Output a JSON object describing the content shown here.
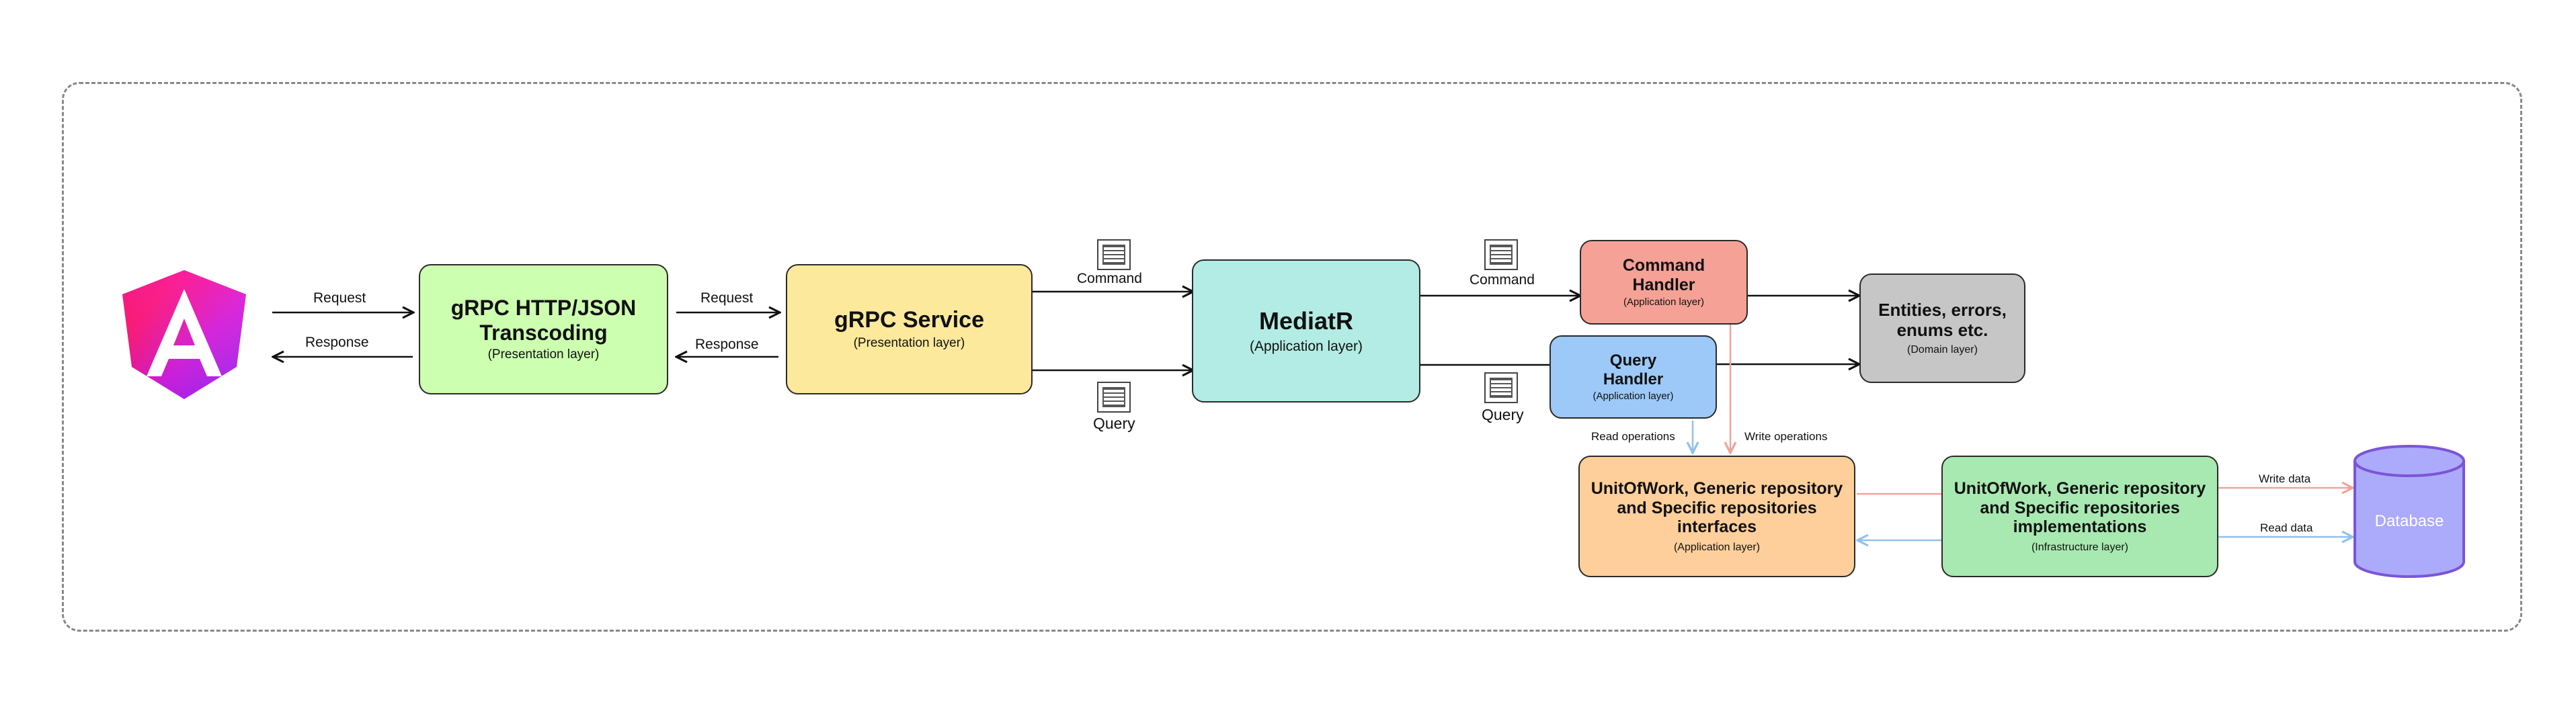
{
  "frame_label": "",
  "client": {
    "icon": "angular-logo-icon"
  },
  "edges": {
    "request_1": "Request",
    "response_1": "Response",
    "request_2": "Request",
    "response_2": "Response",
    "command_1": "Command",
    "query_1": "Query",
    "command_2": "Command",
    "query_2": "Query",
    "read_operations": "Read operations",
    "write_operations": "Write operations",
    "write_data": "Write data",
    "read_data": "Read data"
  },
  "nodes": {
    "transcoding": {
      "title": "gRPC HTTP/JSON\nTranscoding",
      "subtitle": "(Presentation layer)"
    },
    "grpc_service": {
      "title": "gRPC Service",
      "subtitle": "(Presentation layer)"
    },
    "mediatr": {
      "title": "MediatR",
      "subtitle": "(Application layer)"
    },
    "command_handler": {
      "title": "Command\nHandler",
      "subtitle": "(Application layer)"
    },
    "query_handler": {
      "title": "Query\nHandler",
      "subtitle": "(Application layer)"
    },
    "entities": {
      "title": "Entities, errors,\nenums etc.",
      "subtitle": "(Domain layer)"
    },
    "uow_interfaces": {
      "title": "UnitOfWork, Generic repository\nand Specific repositories\ninterfaces",
      "subtitle": "(Application layer)"
    },
    "uow_impl": {
      "title": "UnitOfWork, Generic repository\nand Specific repositories\nimplementations",
      "subtitle": "(Infrastructure layer)"
    },
    "database": {
      "title": "Database"
    }
  },
  "colors": {
    "transcoding": "#ccffb0",
    "grpc_service": "#fde99b",
    "mediatr": "#b2ece4",
    "command_handler": "#f5a196",
    "query_handler": "#9cc9f7",
    "entities": "#c6c6c6",
    "uow_interfaces": "#fecf9a",
    "uow_impl": "#a7e9b1",
    "database": "#acaafb",
    "database_stroke": "#7b55d6",
    "read_arrow": "#90c0ee",
    "write_arrow": "#f0a39b"
  }
}
